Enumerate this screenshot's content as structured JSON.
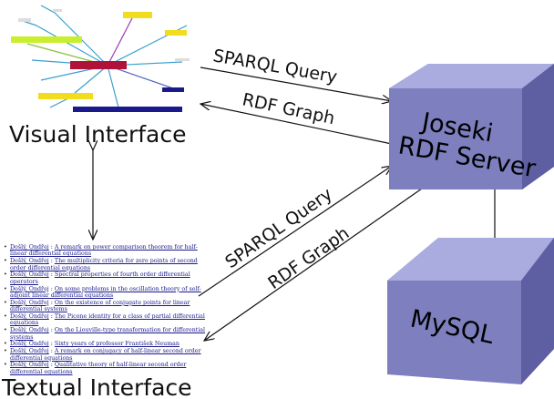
{
  "labels": {
    "visual_interface": "Visual Interface",
    "textual_interface": "Textual Interface",
    "server_line1": "Joseki",
    "server_line2": "RDF Server",
    "database": "MySQL",
    "edge_query_top": "SPARQL Query",
    "edge_graph_top": "RDF Graph",
    "edge_query_bottom": "SPARQL Query",
    "edge_graph_bottom": "RDF Graph"
  },
  "colors": {
    "box_front": "#7d7fbe",
    "box_top": "#aaacdf",
    "box_side": "#5d5fa2",
    "arrow": "#111111",
    "link": "#1a1a8c"
  },
  "textual_results": [
    {
      "author": "Došlý, Ondřej",
      "title": "A remark on power comparison theorem for half-linear differential equations"
    },
    {
      "author": "Došlý, Ondřej",
      "title": "The multiplicity criteria for zero points of second order differential equations"
    },
    {
      "author": "Došlý, Ondřej",
      "title": "Spectral properties of fourth order differential operators"
    },
    {
      "author": "Došlý, Ondřej",
      "title": "On some problems in the oscillation theory of self-adjoint linear differential equations"
    },
    {
      "author": "Došlý, Ondřej",
      "title": "On the existence of conjugate points for linear differential systems"
    },
    {
      "author": "Došlý, Ondřej",
      "title": "The Picone identity for a class of partial differential equations"
    },
    {
      "author": "Došlý, Ondřej",
      "title": "On the Liouville-type transformation for differential systems"
    },
    {
      "author": "Došlý, Ondřej",
      "title": "Sixty years of professor František Neuman"
    },
    {
      "author": "Došlý, Ondřej",
      "title": "A remark on conjugacy of half-linear second order differential equations"
    },
    {
      "author": "Došlý, Ondřej",
      "title": "Qualitative theory of half-linear second order differential equations"
    }
  ]
}
